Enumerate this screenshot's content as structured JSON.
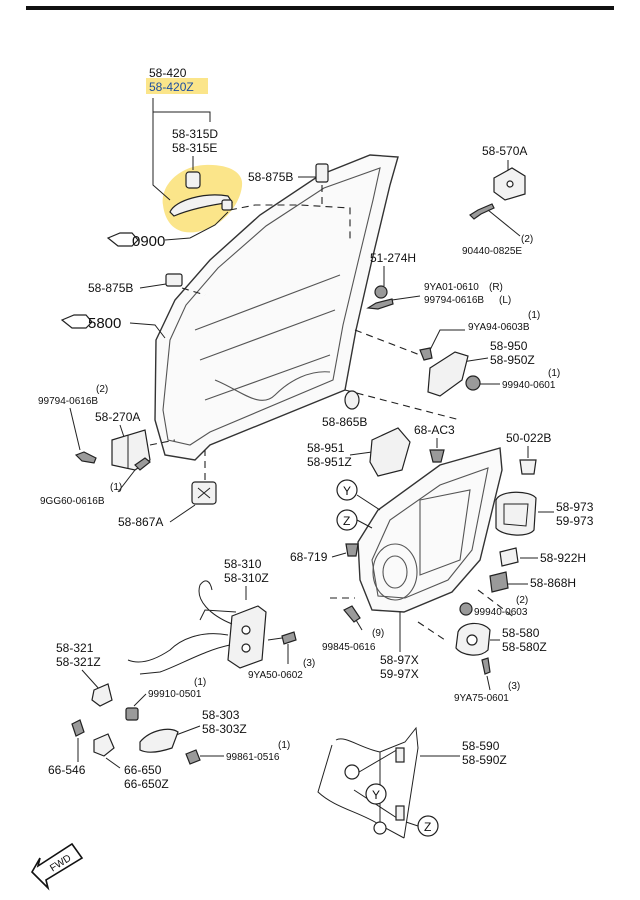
{
  "highlight_color": "#fbe58a",
  "labels": {
    "l_58_420": "58-420",
    "l_58_420z": "58-420Z",
    "l_58_315d": "58-315D",
    "l_58_315e": "58-315E",
    "l_0900": "0900",
    "l_58_875b_top": "58-875B",
    "l_58_875b_mid": "58-875B",
    "l_5800": "5800",
    "l_58_570a": "58-570A",
    "l_90440_qty": "(2)",
    "l_90440": "90440-0825E",
    "l_51_274h": "51-274H",
    "l_9ya01": "9YA01-0610",
    "l_9ya01_r": "(R)",
    "l_99794_l": "99794-0616B",
    "l_99794_l_tag": "(L)",
    "l_9ya94_qty": "(1)",
    "l_9ya94": "9YA94-0603B",
    "l_58_950": "58-950",
    "l_58_950z": "58-950Z",
    "l_99940_top_qty": "(1)",
    "l_99940_top": "99940-0601",
    "l_99794_left_qty": "(2)",
    "l_99794_left": "99794-0616B",
    "l_58_270a": "58-270A",
    "l_9gg60_qty": "(1)",
    "l_9gg60": "9GG60-0616B",
    "l_58_865b": "58-865B",
    "l_58_951": "58-951",
    "l_58_951z": "58-951Z",
    "l_68_ac3": "68-AC3",
    "l_50_022b": "50-022B",
    "l_58_867a": "58-867A",
    "l_y_top": "Y",
    "l_z_top": "Z",
    "l_58_973": "58-973",
    "l_59_973": "59-973",
    "l_68_719": "68-719",
    "l_58_922h": "58-922H",
    "l_58_868h": "58-868H",
    "l_58_310": "58-310",
    "l_58_310z": "58-310Z",
    "l_99940_bot_qty": "(2)",
    "l_99940_bot": "99940-0603",
    "l_58_580": "58-580",
    "l_58_580z": "58-580Z",
    "l_99845_qty": "(9)",
    "l_99845": "99845-0616",
    "l_58_97x": "58-97X",
    "l_59_97x": "59-97X",
    "l_9ya50_qty": "(3)",
    "l_9ya50": "9YA50-0602",
    "l_58_321": "58-321",
    "l_58_321z": "58-321Z",
    "l_99910_qty": "(1)",
    "l_99910": "99910-0501",
    "l_9ya75_qty": "(3)",
    "l_9ya75": "9YA75-0601",
    "l_58_303": "58-303",
    "l_58_303z": "58-303Z",
    "l_99861_qty": "(1)",
    "l_99861": "99861-0516",
    "l_58_590": "58-590",
    "l_58_590z": "58-590Z",
    "l_66_546": "66-546",
    "l_66_650": "66-650",
    "l_66_650z": "66-650Z",
    "l_y_bot": "Y",
    "l_z_bot": "Z",
    "l_fwd": "FWD"
  }
}
